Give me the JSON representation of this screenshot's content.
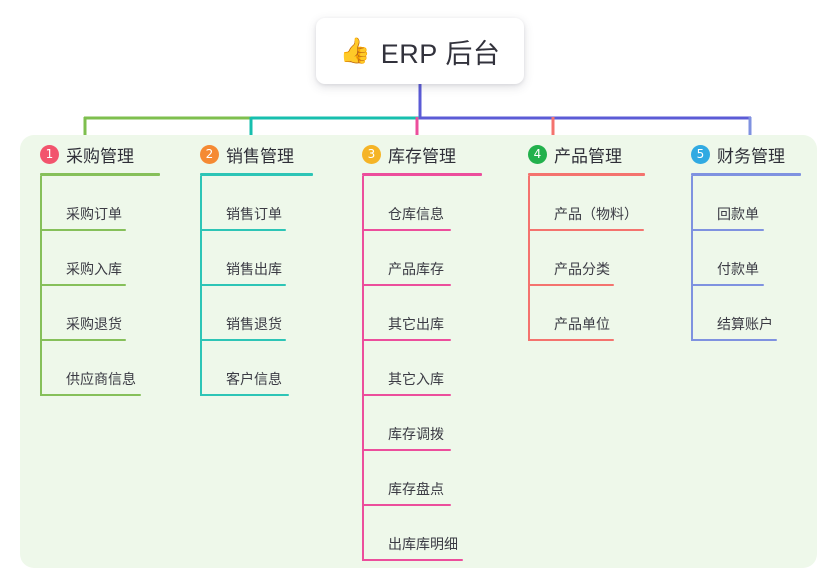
{
  "root": {
    "icon": "thumbs-up-icon",
    "icon_glyph": "👍",
    "title": "ERP 后台"
  },
  "panel": {
    "background_color": "#eef8ea"
  },
  "wire_colors": {
    "trunk": "#5b5bd6",
    "bus_left": "#7ebf4e",
    "bus_mid": "#17bfae",
    "bus_right": "#5b5bd6"
  },
  "columns": [
    {
      "number": "1",
      "title": "采购管理",
      "badge_color": "#f2546d",
      "line_color": "#86c05a",
      "width": 160,
      "rule_width": 120,
      "items": [
        {
          "label": "采购订单",
          "rule_width": 85
        },
        {
          "label": "采购入库",
          "rule_width": 85
        },
        {
          "label": "采购退货",
          "rule_width": 85
        },
        {
          "label": "供应商信息",
          "rule_width": 100
        }
      ]
    },
    {
      "number": "2",
      "title": "销售管理",
      "badge_color": "#f58a33",
      "line_color": "#2dc5b6",
      "width": 162,
      "rule_width": 113,
      "items": [
        {
          "label": "销售订单",
          "rule_width": 85
        },
        {
          "label": "销售出库",
          "rule_width": 85
        },
        {
          "label": "销售退货",
          "rule_width": 85
        },
        {
          "label": "客户信息",
          "rule_width": 88
        }
      ]
    },
    {
      "number": "3",
      "title": "库存管理",
      "badge_color": "#f5b426",
      "line_color": "#ec4e9c",
      "width": 166,
      "rule_width": 120,
      "items": [
        {
          "label": "仓库信息",
          "rule_width": 88
        },
        {
          "label": "产品库存",
          "rule_width": 88
        },
        {
          "label": "其它出库",
          "rule_width": 88
        },
        {
          "label": "其它入库",
          "rule_width": 88
        },
        {
          "label": "库存调拨",
          "rule_width": 88
        },
        {
          "label": "库存盘点",
          "rule_width": 88
        },
        {
          "label": "出库库明细",
          "rule_width": 100
        }
      ]
    },
    {
      "number": "4",
      "title": "产品管理",
      "badge_color": "#22b14c",
      "line_color": "#f4736e",
      "width": 163,
      "rule_width": 117,
      "items": [
        {
          "label": "产品（物料）",
          "rule_width": 115
        },
        {
          "label": "产品分类",
          "rule_width": 85
        },
        {
          "label": "产品单位",
          "rule_width": 85
        }
      ]
    },
    {
      "number": "5",
      "title": "财务管理",
      "badge_color": "#31aae2",
      "line_color": "#7f92e0",
      "width": 146,
      "rule_width": 110,
      "items": [
        {
          "label": "回款单",
          "rule_width": 72
        },
        {
          "label": "付款单",
          "rule_width": 72
        },
        {
          "label": "结算账户",
          "rule_width": 85
        }
      ]
    }
  ]
}
